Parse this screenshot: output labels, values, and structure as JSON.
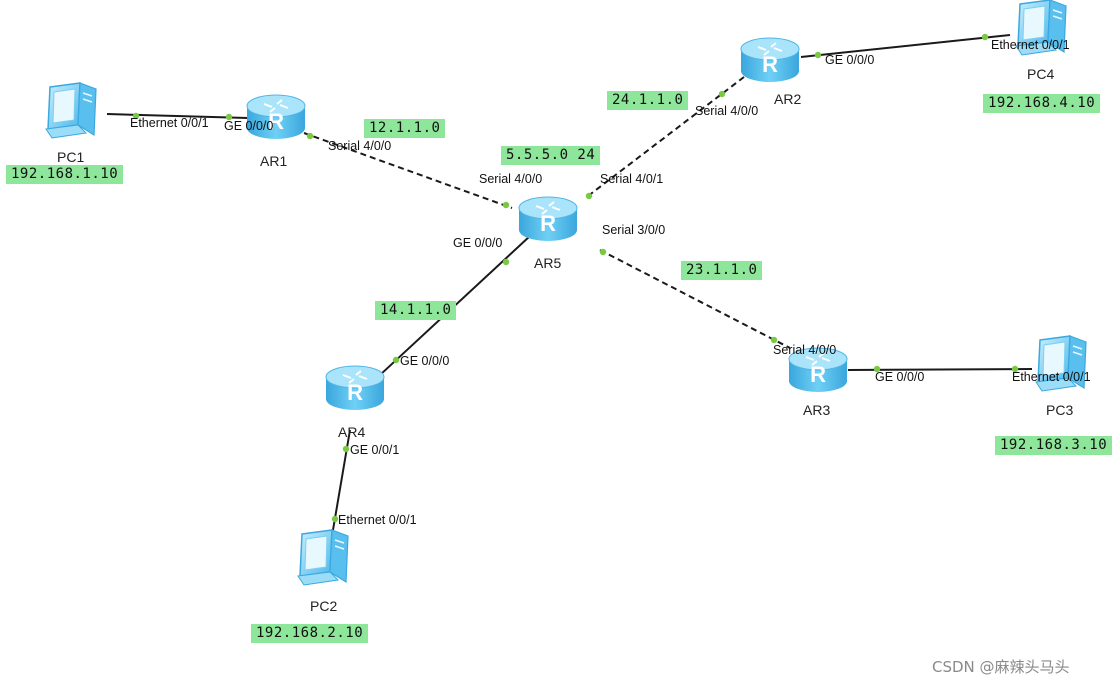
{
  "devices": [
    {
      "id": "AR1",
      "type": "router",
      "label": "AR1"
    },
    {
      "id": "AR2",
      "type": "router",
      "label": "AR2"
    },
    {
      "id": "AR3",
      "type": "router",
      "label": "AR3"
    },
    {
      "id": "AR4",
      "type": "router",
      "label": "AR4"
    },
    {
      "id": "AR5",
      "type": "router",
      "label": "AR5"
    },
    {
      "id": "PC1",
      "type": "pc",
      "label": "PC1"
    },
    {
      "id": "PC2",
      "type": "pc",
      "label": "PC2"
    },
    {
      "id": "PC3",
      "type": "pc",
      "label": "PC3"
    },
    {
      "id": "PC4",
      "type": "pc",
      "label": "PC4"
    }
  ],
  "links": [
    {
      "from": "PC1",
      "to": "AR1",
      "style": "solid",
      "from_port": "Ethernet 0/0/1",
      "to_port": "GE 0/0/0"
    },
    {
      "from": "AR1",
      "to": "AR5",
      "style": "dashed",
      "from_port": "Serial 4/0/0",
      "to_port": "Serial 4/0/0",
      "network": "12.1.1.0"
    },
    {
      "from": "AR2",
      "to": "AR5",
      "style": "dashed",
      "from_port": "Serial 4/0/0",
      "to_port": "Serial 4/0/1",
      "network": "24.1.1.0"
    },
    {
      "from": "AR2",
      "to": "PC4",
      "style": "solid",
      "from_port": "GE 0/0/0",
      "to_port": "Ethernet 0/0/1"
    },
    {
      "from": "AR5",
      "to": "AR3",
      "style": "dashed",
      "from_port": "Serial 3/0/0",
      "to_port": "Serial 4/0/0",
      "network": "23.1.1.0"
    },
    {
      "from": "AR3",
      "to": "PC3",
      "style": "solid",
      "from_port": "GE 0/0/0",
      "to_port": "Ethernet 0/0/1"
    },
    {
      "from": "AR5",
      "to": "AR4",
      "style": "solid",
      "from_port": "GE 0/0/0",
      "to_port": "GE 0/0/0",
      "network": "14.1.1.0"
    },
    {
      "from": "AR4",
      "to": "PC2",
      "style": "solid",
      "from_port": "GE 0/0/1",
      "to_port": "Ethernet 0/0/1"
    }
  ],
  "networks": {
    "n12": "12.1.1.0",
    "n24": "24.1.1.0",
    "n55": "5.5.5.0 24",
    "n23": "23.1.1.0",
    "n14": "14.1.1.0",
    "pc1": "192.168.1.10",
    "pc2": "192.168.2.10",
    "pc3": "192.168.3.10",
    "pc4": "192.168.4.10"
  },
  "ports": {
    "pc1_eth": "Ethernet 0/0/1",
    "ar1_ge": "GE 0/0/0",
    "ar1_s": "Serial 4/0/0",
    "ar5_s400": "Serial 4/0/0",
    "ar5_s401": "Serial 4/0/1",
    "ar5_s300": "Serial 3/0/0",
    "ar5_ge": "GE 0/0/0",
    "ar2_s": "Serial 4/0/0",
    "ar2_ge": "GE 0/0/0",
    "pc4_eth": "Ethernet 0/0/1",
    "ar3_s": "Serial 4/0/0",
    "ar3_ge": "GE 0/0/0",
    "pc3_eth": "Ethernet 0/0/1",
    "ar4_ge0": "GE 0/0/0",
    "ar4_ge1": "GE 0/0/1",
    "pc2_eth": "Ethernet 0/0/1"
  },
  "watermark": "CSDN @麻辣头马头",
  "colors": {
    "router_body": "#5cc4ee",
    "router_top": "#9fe0fa",
    "pc_body": "#6fc8ee",
    "link": "#1a1a1a",
    "port_dot": "#7ac943",
    "net_label_bg": "#8ee69a"
  }
}
